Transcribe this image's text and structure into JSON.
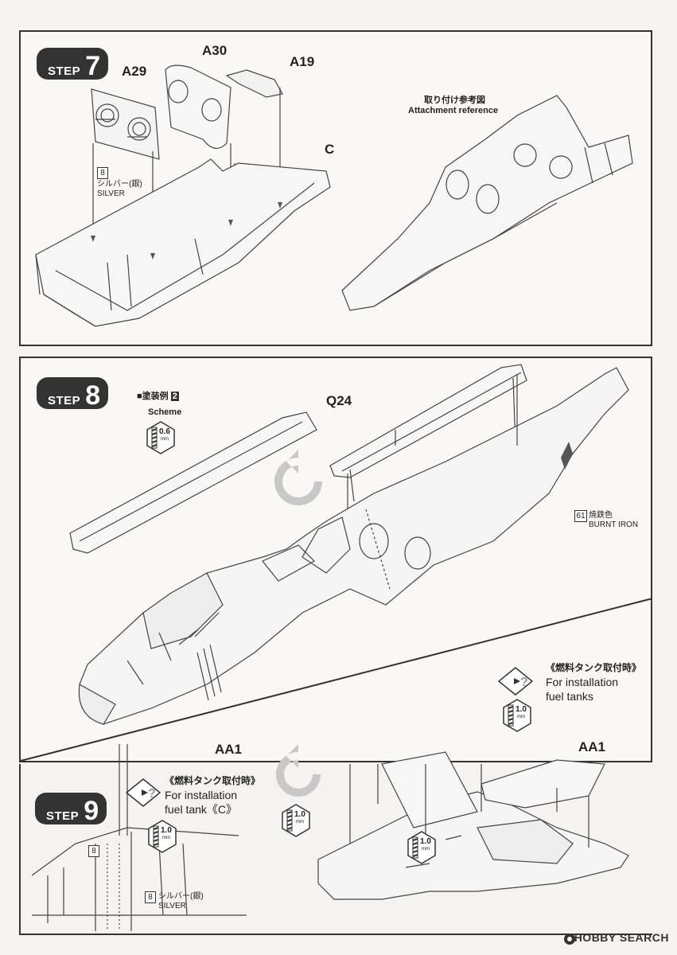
{
  "step7": {
    "word": "STEP",
    "number": "7",
    "parts": [
      "A29",
      "A30",
      "A19",
      "C"
    ],
    "paint_code": "8",
    "paint_jp": "シルバー(銀)",
    "paint_en": "SILVER",
    "reference_jp": "取り付け参考図",
    "reference_en": "Attachment reference"
  },
  "step8": {
    "word": "STEP",
    "number": "8",
    "scheme_jp": "■塗装例",
    "scheme_num": "2",
    "scheme_en": "Scheme",
    "part": "Q24",
    "drill_mm": "0.6",
    "drill_unit": "mm",
    "paint_code": "61",
    "paint_jp": "焼鉄色",
    "paint_en": "BURNT IRON",
    "note_jp": "《燃料タンク取付時》",
    "note_en1": "For installation",
    "note_en2": "fuel tanks",
    "drill2_mm": "1.0",
    "drill2_unit": "mm",
    "part2": "AA1",
    "drill3_mm": "1.0",
    "drill4_mm": "1.0"
  },
  "step9": {
    "word": "STEP",
    "number": "9",
    "part": "AA1",
    "note_jp": "《燃料タンク取付時》",
    "note_en1": "For installation",
    "note_en2": "fuel tank《C》",
    "drill_mm": "1.0",
    "drill_unit": "mm",
    "paint_code_a": "8",
    "paint_code_b": "8",
    "paint_jp": "シルバー(銀)",
    "paint_en": "SILVER"
  },
  "watermark": "HOBBY SEARCH",
  "icons": [
    "rotate-icon",
    "drill-icon",
    "hobby-search-logo-icon"
  ],
  "colors": {
    "badge": "#333333",
    "panel_border": "#333333",
    "rotate_icon": "#c8c8c8"
  }
}
